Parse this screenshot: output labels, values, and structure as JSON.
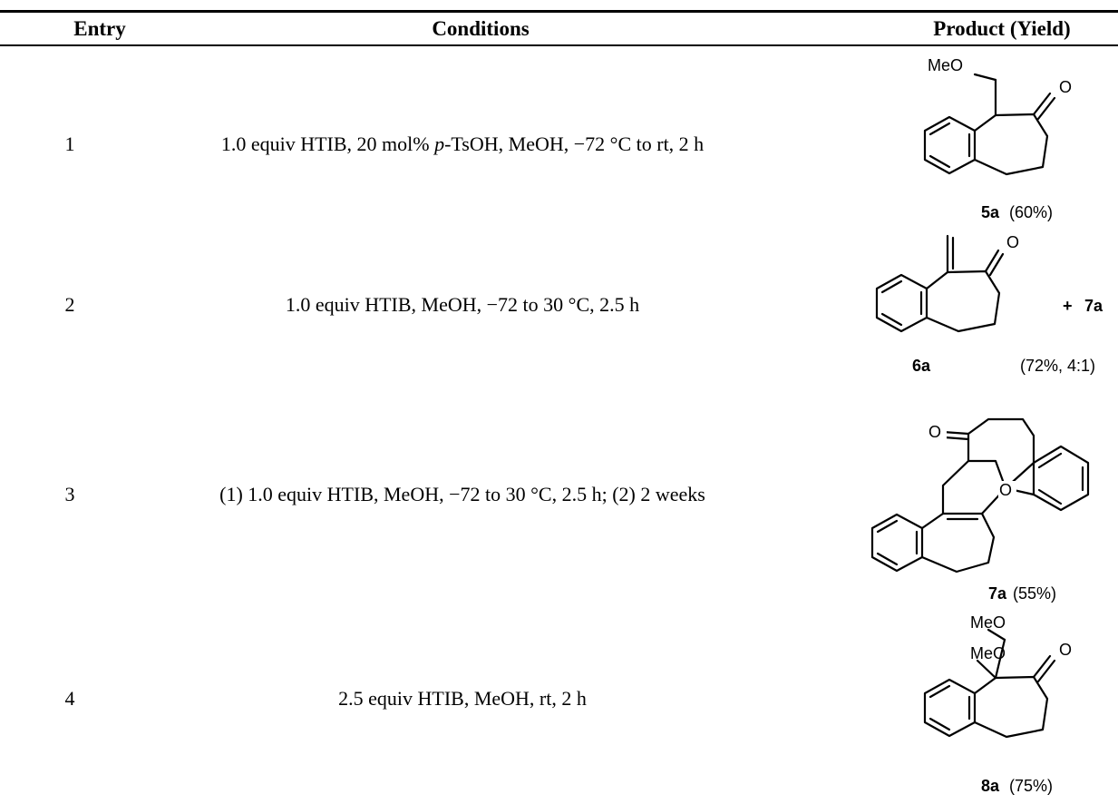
{
  "table": {
    "headers": {
      "entry": "Entry",
      "conditions": "Conditions",
      "product": "Product (Yield)"
    },
    "rows": [
      {
        "entry": "1",
        "conditions_prefix": "1.0 equiv HTIB, 20 mol% ",
        "conditions_italic": "p",
        "conditions_suffix": "-TsOH, MeOH, −72 °C to rt, 2 h",
        "product_labels": {
          "substituent": "MeO",
          "carbonyl": "O"
        },
        "product_id": "5a",
        "product_yield": "(60%)"
      },
      {
        "entry": "2",
        "conditions": "1.0 equiv HTIB, MeOH, −72 to 30 °C, 2.5 h",
        "product_labels": {
          "carbonyl": "O",
          "plus": "+",
          "second": "7a"
        },
        "product_id": "6a",
        "product_yield": "(72%, 4:1)"
      },
      {
        "entry": "3",
        "conditions": "(1) 1.0 equiv HTIB, MeOH, −72 to 30 °C, 2.5 h; (2) 2 weeks",
        "product_labels": {
          "carbonyl": "O",
          "ring_oxygen": "O"
        },
        "product_id": "7a",
        "product_yield": "(55%)"
      },
      {
        "entry": "4",
        "conditions": "2.5 equiv HTIB, MeOH, rt, 2 h",
        "product_labels": {
          "substituent_1": "MeO",
          "substituent_2": "MeO",
          "carbonyl": "O"
        },
        "product_id": "8a",
        "product_yield": "(75%)"
      }
    ]
  }
}
